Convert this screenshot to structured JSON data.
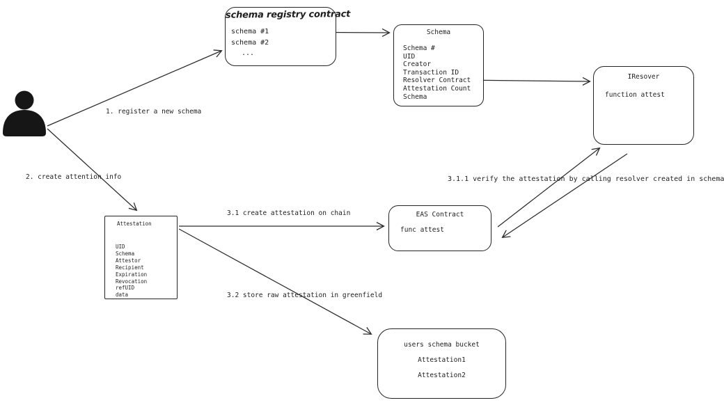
{
  "nodes": {
    "schema_registry": {
      "title": "schema registry contract",
      "items": [
        "schema #1",
        "schema #2",
        "..."
      ]
    },
    "schema": {
      "title": "Schema",
      "fields": [
        "Schema #",
        "UID",
        "Creator",
        "Transaction ID",
        "Resolver Contract",
        "Attestation Count",
        "Schema"
      ]
    },
    "iresover": {
      "title": "IResover",
      "body": "function attest"
    },
    "attestation": {
      "title": "Attestation",
      "fields": [
        "UID",
        "Schema",
        "Attestor",
        "Recipient",
        "Expiration",
        "Revocation",
        "refUID",
        "data"
      ]
    },
    "eas_contract": {
      "title": "EAS Contract",
      "body": "func attest"
    },
    "users_bucket": {
      "title": "users schema bucket",
      "items": [
        "Attestation1",
        "Attestation2"
      ]
    }
  },
  "edge_labels": {
    "register": "1. register a new schema",
    "create_attention": "2. create attention info",
    "create_attestation": "3.1 create attestation on chain",
    "verify": "3.1.1 verify the attestation by calling resolver created in schema",
    "store_raw": "3.2 store raw attestation in greenfield"
  },
  "icons": {
    "person": "user-person-icon"
  },
  "colors": {
    "stroke": "#2b2b2b",
    "ink": "#1e1e1e",
    "background": "#ffffff"
  }
}
